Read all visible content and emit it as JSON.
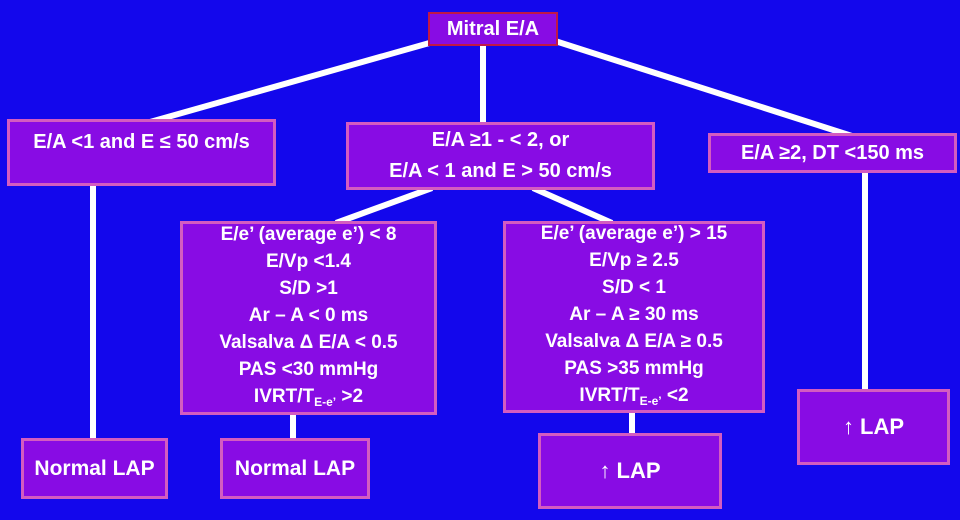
{
  "colors": {
    "background": "#1307EC",
    "box_fill": "#880CE4",
    "box_border_pink": "#D45CC0",
    "root_border_crimson": "#C01848",
    "connector": "#FFFFFF",
    "text": "#FFFFFF"
  },
  "root": {
    "label": "Mitral E/A"
  },
  "branches": {
    "left": {
      "label": "E/A <1 and E ≤ 50 cm/s"
    },
    "middle": {
      "line1": "E/A ≥1 - < 2, or",
      "line2": "E/A < 1 and E > 50 cm/s"
    },
    "right": {
      "label": "E/A ≥2, DT <150 ms"
    }
  },
  "criteria_normal": {
    "lines": [
      "E/e’ (average e’) < 8",
      "E/Vp <1.4",
      "S/D >1",
      "Ar – A < 0 ms",
      "Valsalva Δ E/A < 0.5",
      "PAS <30 mmHg"
    ],
    "last_prefix": "IVRT/T",
    "last_sub": "E-e’",
    "last_suffix": " >2"
  },
  "criteria_elevated": {
    "lines": [
      "E/e’ (average e’) > 15",
      "E/Vp ≥ 2.5",
      "S/D < 1",
      "Ar – A ≥ 30 ms",
      "Valsalva Δ E/A ≥ 0.5",
      "PAS >35 mmHg"
    ],
    "last_prefix": "IVRT/T",
    "last_sub": "E-e’",
    "last_suffix": " <2"
  },
  "outcomes": {
    "normal1": "Normal LAP",
    "normal2": "Normal LAP",
    "elevated_mid": "↑ LAP",
    "elevated_right": "↑ LAP"
  }
}
